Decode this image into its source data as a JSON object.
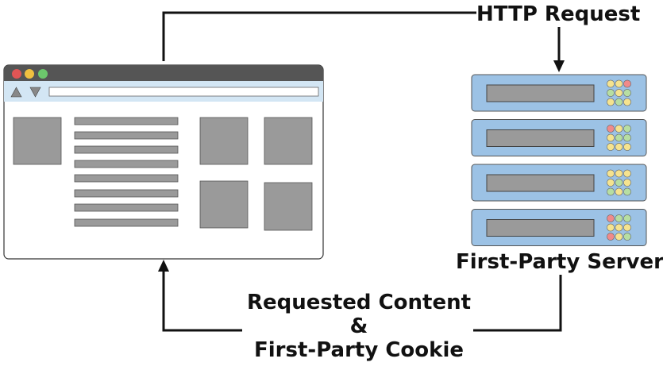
{
  "labels": {
    "request": "HTTP Request",
    "server": "First-Party Server",
    "response_line1": "Requested Content",
    "response_line2": "&",
    "response_line3": "First-Party Cookie"
  },
  "colors": {
    "browser_titlebar": "#555555",
    "browser_toolbar": "#d3e6f4",
    "placeholder_gray": "#9a9a9a",
    "server_body": "#9cc2e5",
    "server_slot": "#9a9a9a",
    "led_red": "#f08a8a",
    "led_yellow": "#f5e38f",
    "led_green": "#b7dea2",
    "window_close": "#e05555",
    "window_min": "#f0c040",
    "window_max": "#6cc86c",
    "line": "#111111"
  },
  "server": {
    "units": [
      {
        "leds": [
          "yellow",
          "yellow",
          "red",
          "green",
          "yellow",
          "green",
          "yellow",
          "green",
          "yellow"
        ]
      },
      {
        "leds": [
          "red",
          "yellow",
          "green",
          "yellow",
          "green",
          "green",
          "yellow",
          "yellow",
          "yellow"
        ]
      },
      {
        "leds": [
          "yellow",
          "yellow",
          "yellow",
          "yellow",
          "green",
          "yellow",
          "green",
          "yellow",
          "green"
        ]
      },
      {
        "leds": [
          "red",
          "green",
          "green",
          "yellow",
          "yellow",
          "yellow",
          "red",
          "yellow",
          "green"
        ]
      }
    ]
  }
}
